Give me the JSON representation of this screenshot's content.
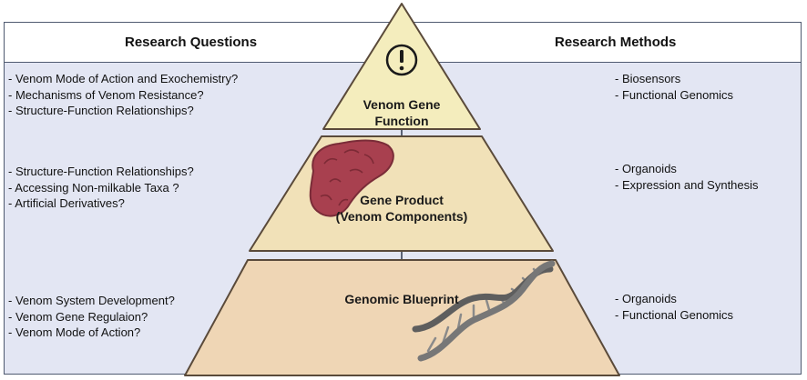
{
  "headers": {
    "questions": "Research Questions",
    "methods": "Research Methods"
  },
  "tiers": [
    {
      "label_line1": "Venom Gene",
      "label_line2": "Function",
      "questions": [
        "- Venom Mode of Action and Exochemistry?",
        "- Mechanisms of Venom Resistance?",
        "- Structure-Function Relationships?"
      ],
      "methods": [
        "- Biosensors",
        "- Functional Genomics"
      ],
      "icon": "exclamation-icon",
      "color": "#f4edbd"
    },
    {
      "label_line1": "Gene Product",
      "label_line2": "(Venom Components)",
      "questions": [
        "- Structure-Function Relationships?",
        "- Accessing Non-milkable Taxa ?",
        "- Artificial Derivatives?"
      ],
      "methods": [
        "- Organoids",
        "- Expression and Synthesis"
      ],
      "icon": "protein-blob-icon",
      "color": "#f1e1b8"
    },
    {
      "label_line1": "Genomic Blueprint",
      "questions": [
        "- Venom System Development?",
        "- Venom Gene Regulaion?",
        "- Venom Mode of Action?"
      ],
      "methods": [
        "- Organoids",
        "- Functional Genomics"
      ],
      "icon": "dna-helix-icon",
      "color": "#efd6b5"
    }
  ],
  "colors": {
    "panel_bg": "#e3e6f3",
    "panel_border": "#4f5a70",
    "pyramid_border": "#5a4a3a",
    "protein": "#a8404f",
    "dna": "#6b6b6b"
  }
}
